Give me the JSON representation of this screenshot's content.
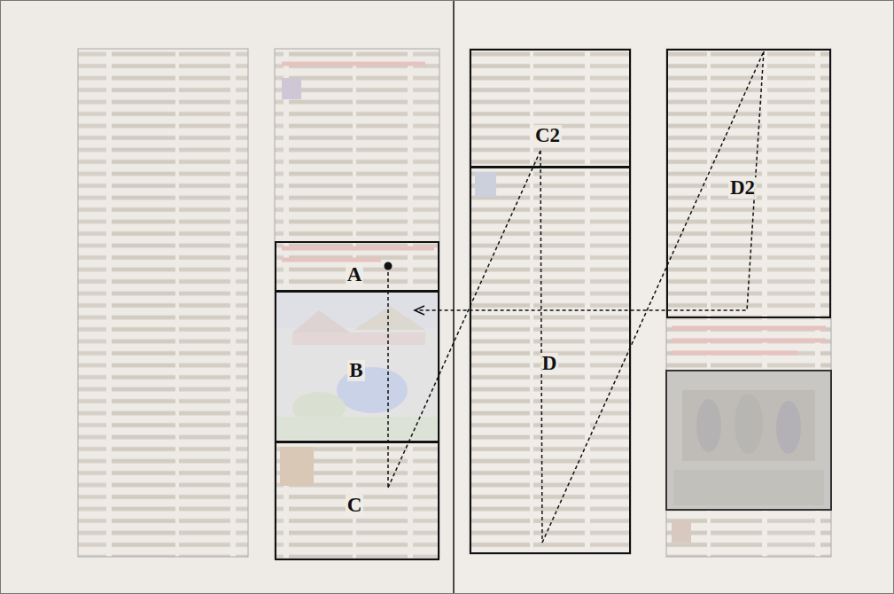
{
  "diagram": {
    "nodes": [
      {
        "text": [
          "A"
        ]
      },
      {
        "text": [
          "B"
        ]
      },
      {
        "text": [
          "C"
        ]
      },
      {
        "text": [
          "C2"
        ]
      },
      {
        "text": [
          "D"
        ]
      },
      {
        "text": [
          "D2"
        ]
      }
    ],
    "edges": [
      {
        "from": 0,
        "to": 2,
        "arrow": "none"
      },
      {
        "from": 2,
        "to": 3,
        "arrow": "none"
      },
      {
        "from": 3,
        "to": 4,
        "arrow": "none"
      },
      {
        "from": 4,
        "to": 5,
        "arrow": "none"
      },
      {
        "from": 5,
        "to": 1,
        "arrow": "to"
      }
    ]
  }
}
